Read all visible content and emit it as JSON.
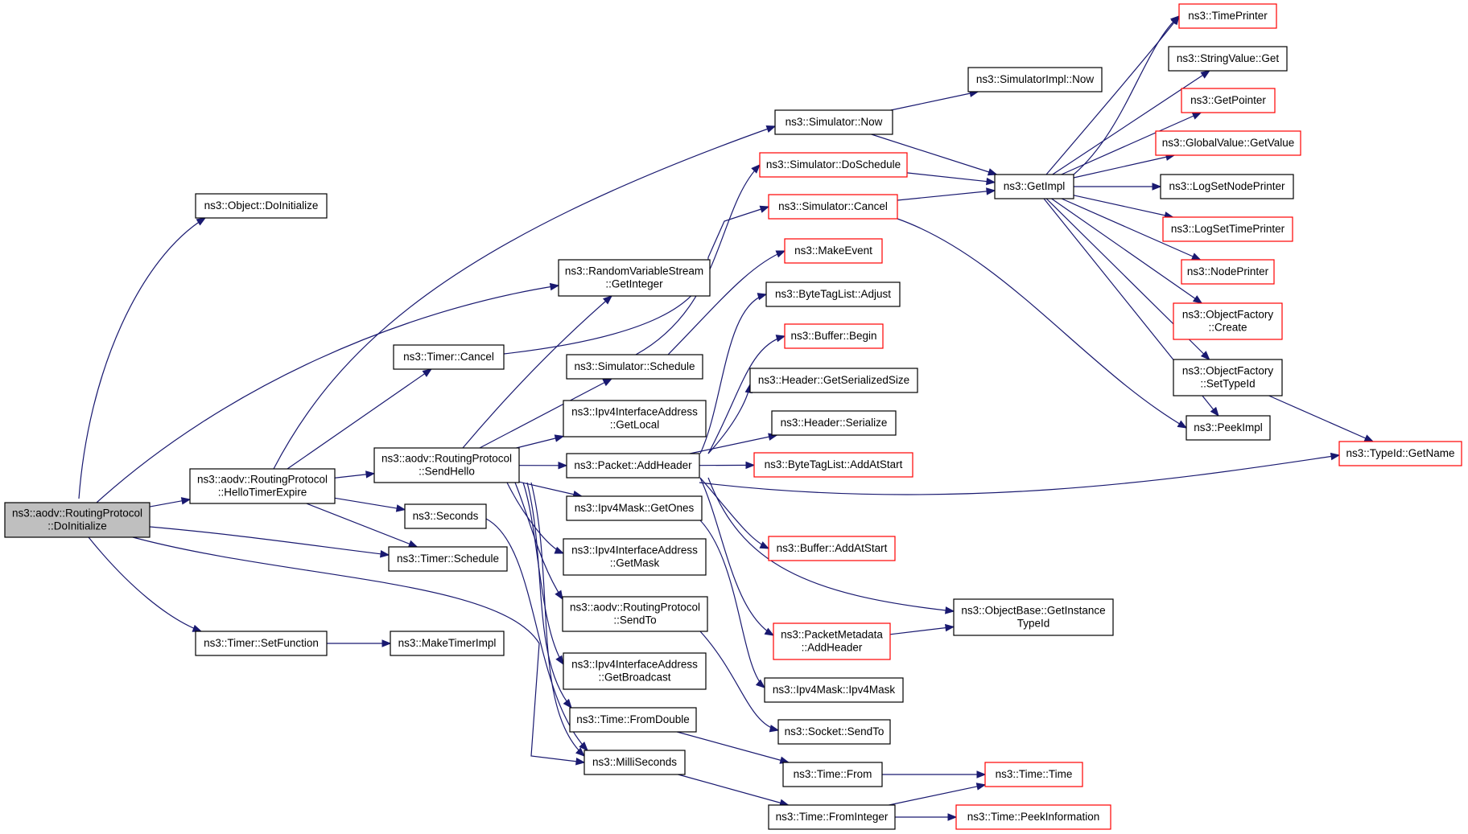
{
  "nodes": [
    {
      "id": "root",
      "lines": [
        "ns3::aodv::RoutingProtocol",
        "::DoInitialize"
      ],
      "root": true
    },
    {
      "id": "objDoInit",
      "lines": [
        "ns3::Object::DoInitialize"
      ]
    },
    {
      "id": "helloTimerExpire",
      "lines": [
        "ns3::aodv::RoutingProtocol",
        "::HelloTimerExpire"
      ]
    },
    {
      "id": "timerSetFunction",
      "lines": [
        "ns3::Timer::SetFunction"
      ]
    },
    {
      "id": "timerCancel",
      "lines": [
        "ns3::Timer::Cancel"
      ]
    },
    {
      "id": "sendHello",
      "lines": [
        "ns3::aodv::RoutingProtocol",
        "::SendHello"
      ]
    },
    {
      "id": "seconds",
      "lines": [
        "ns3::Seconds"
      ]
    },
    {
      "id": "timerSchedule",
      "lines": [
        "ns3::Timer::Schedule"
      ]
    },
    {
      "id": "makeTimerImpl",
      "lines": [
        "ns3::MakeTimerImpl"
      ]
    },
    {
      "id": "rvsGetInteger",
      "lines": [
        "ns3::RandomVariableStream",
        "::GetInteger"
      ]
    },
    {
      "id": "simSchedule",
      "lines": [
        "ns3::Simulator::Schedule"
      ]
    },
    {
      "id": "ipv4IfGetLocal",
      "lines": [
        "ns3::Ipv4InterfaceAddress",
        "::GetLocal"
      ]
    },
    {
      "id": "packetAddHeader",
      "lines": [
        "ns3::Packet::AddHeader"
      ]
    },
    {
      "id": "ipv4MaskGetOnes",
      "lines": [
        "ns3::Ipv4Mask::GetOnes"
      ]
    },
    {
      "id": "ipv4IfGetMask",
      "lines": [
        "ns3::Ipv4InterfaceAddress",
        "::GetMask"
      ]
    },
    {
      "id": "sendTo",
      "lines": [
        "ns3::aodv::RoutingProtocol",
        "::SendTo"
      ]
    },
    {
      "id": "ipv4IfGetBroadcast",
      "lines": [
        "ns3::Ipv4InterfaceAddress",
        "::GetBroadcast"
      ]
    },
    {
      "id": "timeFromDouble",
      "lines": [
        "ns3::Time::FromDouble"
      ]
    },
    {
      "id": "milliSeconds",
      "lines": [
        "ns3::MilliSeconds"
      ]
    },
    {
      "id": "simNow",
      "lines": [
        "ns3::Simulator::Now"
      ]
    },
    {
      "id": "simDoSchedule",
      "lines": [
        "ns3::Simulator::DoSchedule"
      ],
      "red": true
    },
    {
      "id": "simCancel",
      "lines": [
        "ns3::Simulator::Cancel"
      ],
      "red": true
    },
    {
      "id": "makeEvent",
      "lines": [
        "ns3::MakeEvent"
      ],
      "red": true
    },
    {
      "id": "btlAdjust",
      "lines": [
        "ns3::ByteTagList::Adjust"
      ]
    },
    {
      "id": "bufferBegin",
      "lines": [
        "ns3::Buffer::Begin"
      ],
      "red": true
    },
    {
      "id": "hdrGetSerSize",
      "lines": [
        "ns3::Header::GetSerializedSize"
      ]
    },
    {
      "id": "hdrSerialize",
      "lines": [
        "ns3::Header::Serialize"
      ]
    },
    {
      "id": "btlAddAtStart",
      "lines": [
        "ns3::ByteTagList::AddAtStart"
      ],
      "red": true
    },
    {
      "id": "bufferAddAtStart",
      "lines": [
        "ns3::Buffer::AddAtStart"
      ],
      "red": true
    },
    {
      "id": "pmAddHeader",
      "lines": [
        "ns3::PacketMetadata",
        "::AddHeader"
      ],
      "red": true
    },
    {
      "id": "ipv4MaskCtor",
      "lines": [
        "ns3::Ipv4Mask::Ipv4Mask"
      ]
    },
    {
      "id": "socketSendTo",
      "lines": [
        "ns3::Socket::SendTo"
      ]
    },
    {
      "id": "timeFrom",
      "lines": [
        "ns3::Time::From"
      ]
    },
    {
      "id": "timeFromInteger",
      "lines": [
        "ns3::Time::FromInteger"
      ]
    },
    {
      "id": "simImplNow",
      "lines": [
        "ns3::SimulatorImpl::Now"
      ]
    },
    {
      "id": "getImpl",
      "lines": [
        "ns3::GetImpl"
      ]
    },
    {
      "id": "objBaseGetInst",
      "lines": [
        "ns3::ObjectBase::GetInstance",
        "TypeId"
      ]
    },
    {
      "id": "timePrinter",
      "lines": [
        "ns3::TimePrinter"
      ],
      "red": true
    },
    {
      "id": "strValGet",
      "lines": [
        "ns3::StringValue::Get"
      ]
    },
    {
      "id": "getPointer",
      "lines": [
        "ns3::GetPointer"
      ],
      "red": true
    },
    {
      "id": "gvGetValue",
      "lines": [
        "ns3::GlobalValue::GetValue"
      ],
      "red": true
    },
    {
      "id": "logSetNodePrinter",
      "lines": [
        "ns3::LogSetNodePrinter"
      ]
    },
    {
      "id": "logSetTimePrinter",
      "lines": [
        "ns3::LogSetTimePrinter"
      ],
      "red": true
    },
    {
      "id": "nodePrinter",
      "lines": [
        "ns3::NodePrinter"
      ],
      "red": true
    },
    {
      "id": "ofCreate",
      "lines": [
        "ns3::ObjectFactory",
        "::Create"
      ],
      "red": true
    },
    {
      "id": "ofSetTypeId",
      "lines": [
        "ns3::ObjectFactory",
        "::SetTypeId"
      ]
    },
    {
      "id": "peekImpl",
      "lines": [
        "ns3::PeekImpl"
      ]
    },
    {
      "id": "typeIdGetName",
      "lines": [
        "ns3::TypeId::GetName"
      ],
      "red": true
    },
    {
      "id": "timeTime",
      "lines": [
        "ns3::Time::Time"
      ],
      "red": true
    },
    {
      "id": "timePeekInfo",
      "lines": [
        "ns3::Time::PeekInformation"
      ],
      "red": true
    }
  ]
}
